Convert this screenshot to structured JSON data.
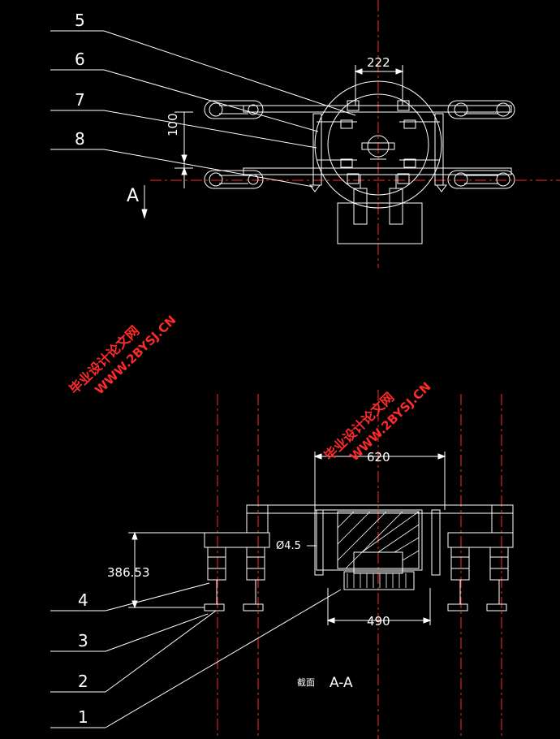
{
  "callouts": {
    "top": [
      "5",
      "6",
      "7",
      "8"
    ],
    "bottom": [
      "4",
      "3",
      "2",
      "1"
    ]
  },
  "dimensions": {
    "d222": "222",
    "d100": "100",
    "d620": "620",
    "d490": "490",
    "d386": "386.53",
    "dia": "Ø4.5"
  },
  "section_marker": "A",
  "section_title": {
    "prefix": "截面",
    "name": "A-A"
  },
  "watermarks": [
    {
      "line1": "毕业设计论文网",
      "line2": "WWW.2BYSJ.CN"
    },
    {
      "line1": "毕业设计论文网",
      "line2": "WWW.2BYSJ.CN"
    }
  ],
  "colors": {
    "background": "#000000",
    "outline": "#ffffff",
    "centerline": "#ff2a2a",
    "watermark": "#ff2a2a"
  }
}
